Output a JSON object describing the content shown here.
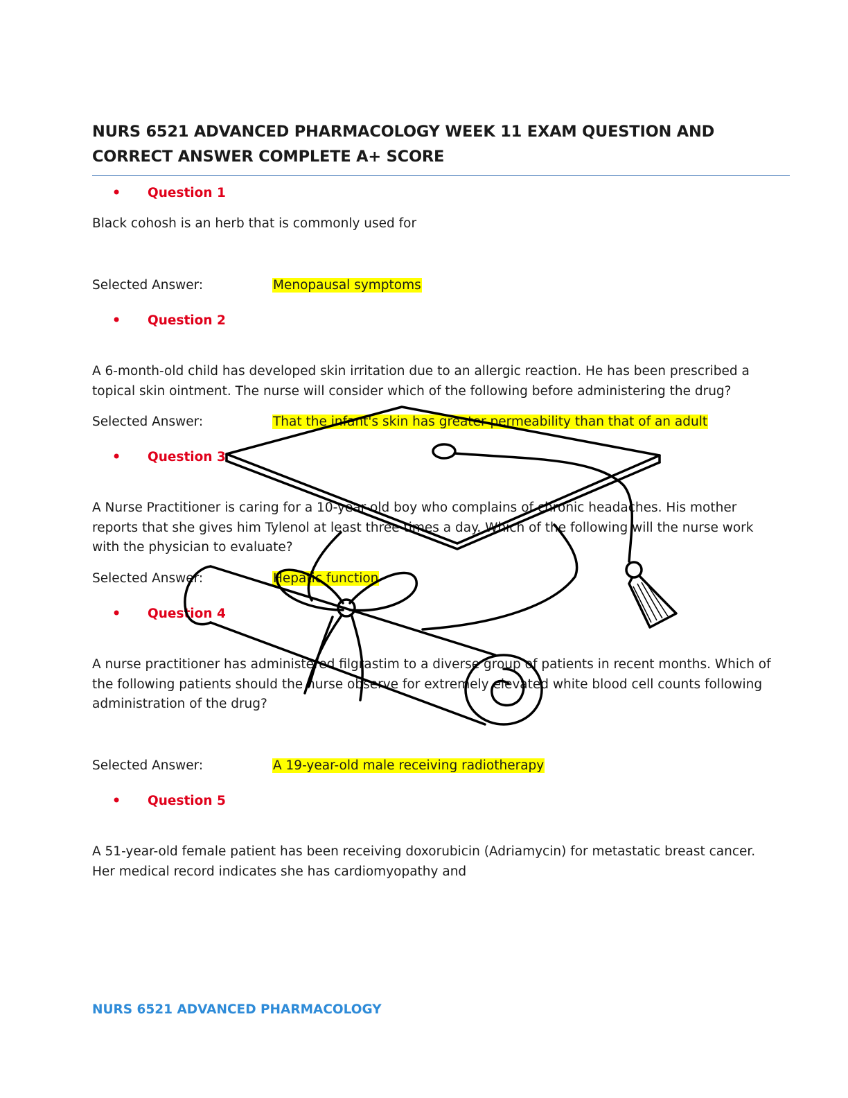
{
  "document": {
    "title": "NURS 6521 ADVANCED PHARMACOLOGY WEEK 11 EXAM QUESTION AND CORRECT ANSWER COMPLETE A+ SCORE",
    "bullet": "•",
    "selected_answer_label": "Selected Answer:",
    "questions": [
      {
        "label": "Question 1",
        "text": "Black cohosh is an herb that is commonly used for",
        "answer": "Menopausal symptoms"
      },
      {
        "label": "Question 2",
        "text": "A 6-month-old child has developed skin irritation due to an allergic reaction. He has been prescribed a topical skin ointment. The nurse will consider which of the following before administering the drug?",
        "answer": "That the infant's skin has greater permeability than that of an adult"
      },
      {
        "label": "Question 3",
        "text": "A Nurse Practitioner is caring for a 10-year-old boy who complains of chronic headaches. His mother reports that she gives him Tylenol at least three times a day. Which of the following will the nurse work with the physician to evaluate?",
        "answer": "Hepatic function"
      },
      {
        "label": "Question 4",
        "text": "A nurse practitioner has administered filgrastim to a diverse group of patients in recent months. Which of the following patients should the nurse observe for extremely elevated white blood cell counts following administration of the drug?",
        "answer": "A 19-year-old male receiving radiotherapy"
      },
      {
        "label": "Question 5",
        "text": "A 51-year-old female patient has been receiving doxorubicin (Adriamycin) for metastatic breast cancer. Her medical record indicates she has cardiomyopathy and"
      }
    ],
    "footer": "NURS 6521 ADVANCED PHARMACOLOGY"
  },
  "illustration": {
    "icon": "graduation-cap-and-diploma-icon",
    "stroke_color": "#000000"
  },
  "colors": {
    "question_label": "#e0001a",
    "highlight": "#ffff00",
    "footer": "#2e8bd8",
    "rule": "#4f81bd"
  }
}
